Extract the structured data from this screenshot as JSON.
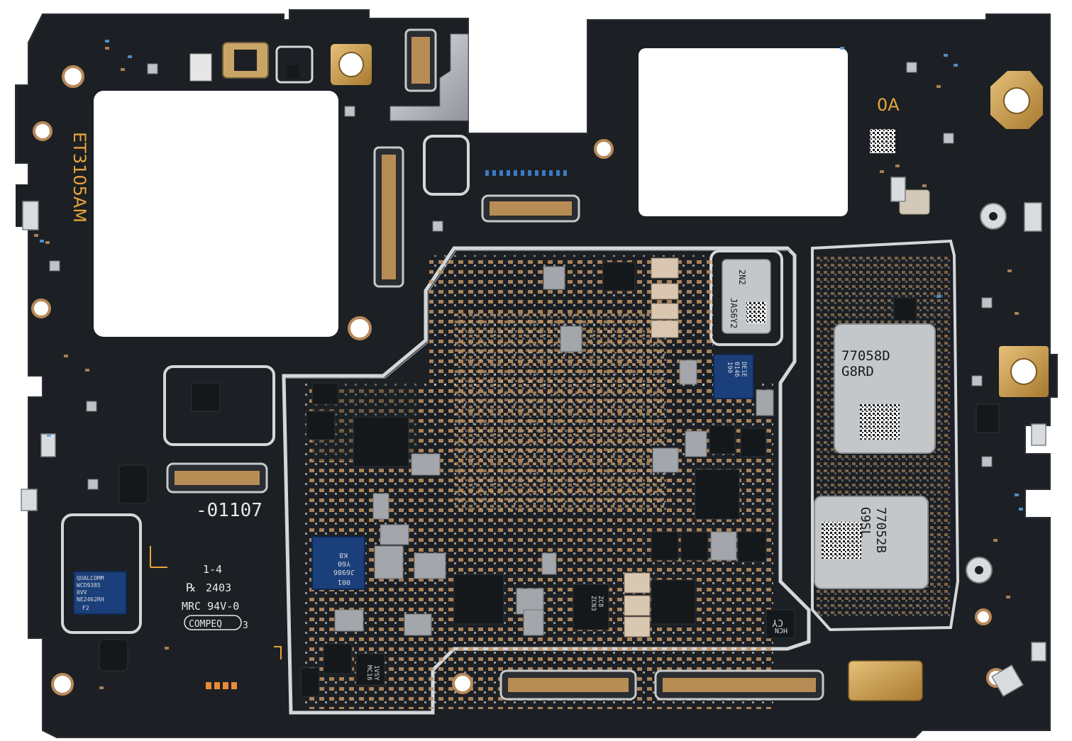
{
  "photo": {
    "board_colors": {
      "pcb": "#1c2024",
      "pcb_edge": "#2a2e33",
      "shield": "#c9ccd0",
      "gold": "#c89a4a",
      "copper_pad": "#b8895a",
      "silk": "#e8e8e4",
      "silk_orange": "#e8a43a"
    },
    "labels": {
      "board_id": "ET3105AM",
      "corner_mark": "0A",
      "part_number": "-01107",
      "rev": "1-4",
      "date_code": "2403",
      "rating": "MRC 94V-0",
      "maker": "COMPEQ",
      "maker_suffix": "3",
      "ul_mark": "℞"
    },
    "chips": {
      "qualcomm_pmic": [
        "QUALCOMM",
        "WCD9385",
        "0VV",
        "NE2462RH",
        "F2"
      ],
      "rf_ic_a": [
        "77058D",
        "G8RD"
      ],
      "rf_ic_b": [
        "77052B",
        "G9SL"
      ],
      "shield_ic": [
        "2N2",
        "JAS6Y2"
      ],
      "pmic_blue_left": [
        "K8",
        "Y60",
        "J6986",
        "001"
      ],
      "pmic_blue_right": [
        "DE1E",
        "0146",
        "190"
      ],
      "small_ic_1": [
        "CY",
        "HCN"
      ],
      "small_ic_2": [
        "ZC8",
        "ZCN3"
      ],
      "small_ic_3": [
        "1VSY",
        "MC16"
      ]
    }
  }
}
